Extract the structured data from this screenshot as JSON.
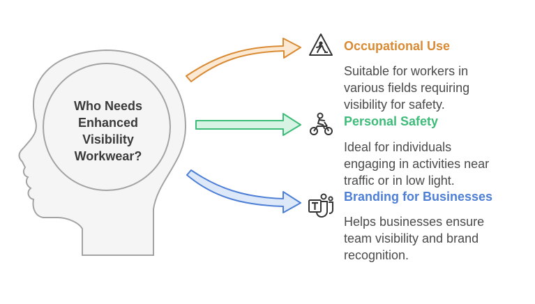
{
  "center": {
    "lines": [
      "Who Needs",
      "Enhanced",
      "Visibility",
      "Workwear?"
    ]
  },
  "items": [
    {
      "title": "Occupational Use",
      "description_lines": [
        "Suitable for workers in",
        "various fields requiring",
        "visibility for safety."
      ],
      "icon": "worker-warning-sign-icon",
      "color": "#d98a33"
    },
    {
      "title": "Personal Safety",
      "description_lines": [
        "Ideal for individuals",
        "engaging in activities near",
        "traffic or in low light."
      ],
      "icon": "motorcycle-rider-icon",
      "color": "#3dbb78"
    },
    {
      "title": "Branding for Businesses",
      "description_lines": [
        "Helps businesses ensure",
        "team visibility and brand",
        "recognition."
      ],
      "icon": "teams-logo-icon",
      "color": "#4d7fd6"
    }
  ]
}
